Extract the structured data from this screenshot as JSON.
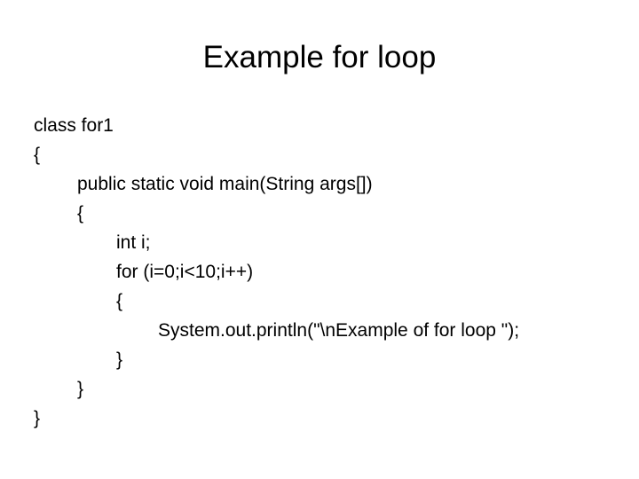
{
  "slide": {
    "title": "Example for loop",
    "background_color": "#ffffff",
    "text_color": "#000000",
    "code_lines": [
      {
        "text": "class for1",
        "indent": 0
      },
      {
        "text": "{",
        "indent": 0
      },
      {
        "text": "public static void main(String args[])",
        "indent": 1
      },
      {
        "text": "{",
        "indent": 1
      },
      {
        "text": "int i;",
        "indent": 2
      },
      {
        "text": "for (i=0;i<10;i++)",
        "indent": 2
      },
      {
        "text": "{",
        "indent": 2
      },
      {
        "text": "System.out.println(\"\\nExample of for loop \");",
        "indent": 3
      },
      {
        "text": "}",
        "indent": 2
      },
      {
        "text": "}",
        "indent": 1
      },
      {
        "text": "}",
        "indent": 0
      }
    ]
  }
}
